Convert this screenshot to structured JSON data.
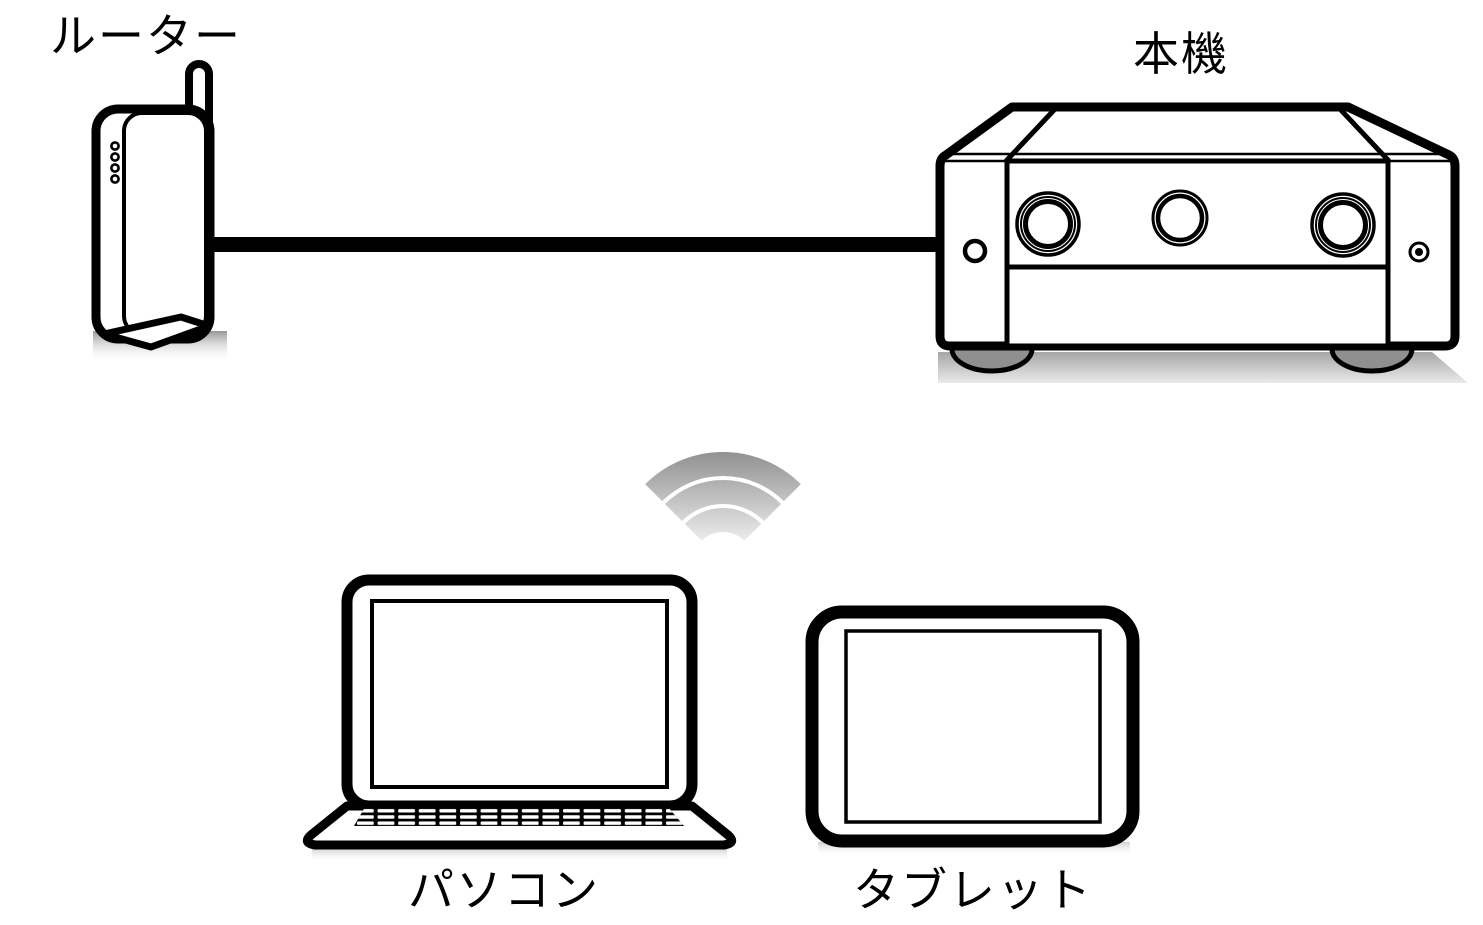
{
  "labels": {
    "router": "ルーター",
    "receiver": "本機",
    "pc": "パソコン",
    "tablet": "タブレット"
  },
  "icons": {
    "wifi": "wifi-icon"
  },
  "colors": {
    "line": "#000000",
    "wifi_dark": "#8f8f8f",
    "wifi_light": "#f0f0f0",
    "shadow_dark": "#a6a6a6",
    "shadow_light": "#efefef",
    "foot_gray": "#8f8f8f",
    "background": "#ffffff"
  }
}
